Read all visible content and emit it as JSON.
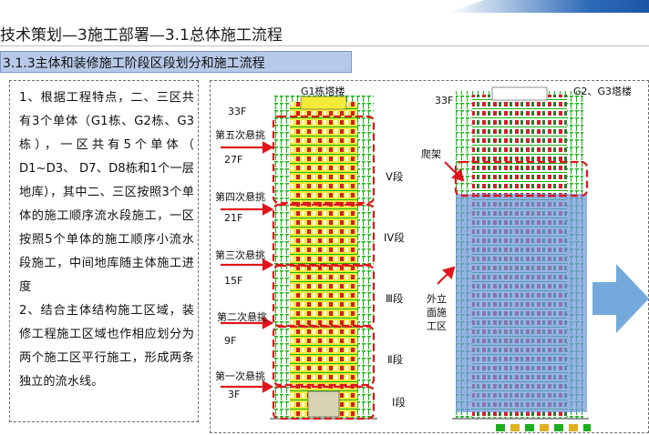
{
  "header": {
    "title": "技术策划—3施工部署—3.1总体施工流程",
    "section": "3.1.3主体和装修施工阶段区段划分和施工流程"
  },
  "text_panel": {
    "paragraphs": [
      "1、根据工程特点，二、三区共有3个单体（G1栋、G2栋、G3栋），一区共有5个单体（ D1~D3、 D7、D8栋和1个一层地库），其中二、三区按照3个单体的施工顺序流水段施工，一区按照5个单体的施工顺序小流水段施工，中间地库随主体施工进度",
      "2、结合主体结构施工区域，装修工程施工区域也作相应划分为两个施工区平行施工，形成两条独立的流水线。"
    ]
  },
  "diagram": {
    "g1": {
      "title": "G1栋塔楼",
      "floors": [
        "33F",
        "27F",
        "21F",
        "15F",
        "9F",
        "3F"
      ],
      "cantilevers": [
        "第五次悬挑",
        "第四次悬挑",
        "第三次悬挑",
        "第二次悬挑",
        "第一次悬挑"
      ],
      "segments": [
        "V段",
        "IV段",
        "Ⅲ段",
        "Ⅱ段",
        "Ⅰ段"
      ]
    },
    "g23": {
      "title": "G2、G3塔楼",
      "floor": "33F",
      "scaffold": "爬架",
      "zone": [
        "外立",
        "面施",
        "工区"
      ]
    },
    "colors": {
      "dashed_box": "#e0151d",
      "arrow": "#e0151d",
      "building_body": "#f3ea3a",
      "balcony": "#cf1f28",
      "green_edge": "#14b514",
      "zone_overlay": "#6f95dd",
      "big_arrow": "#5b9bd5",
      "header_deco": "#2c6ab8"
    }
  }
}
